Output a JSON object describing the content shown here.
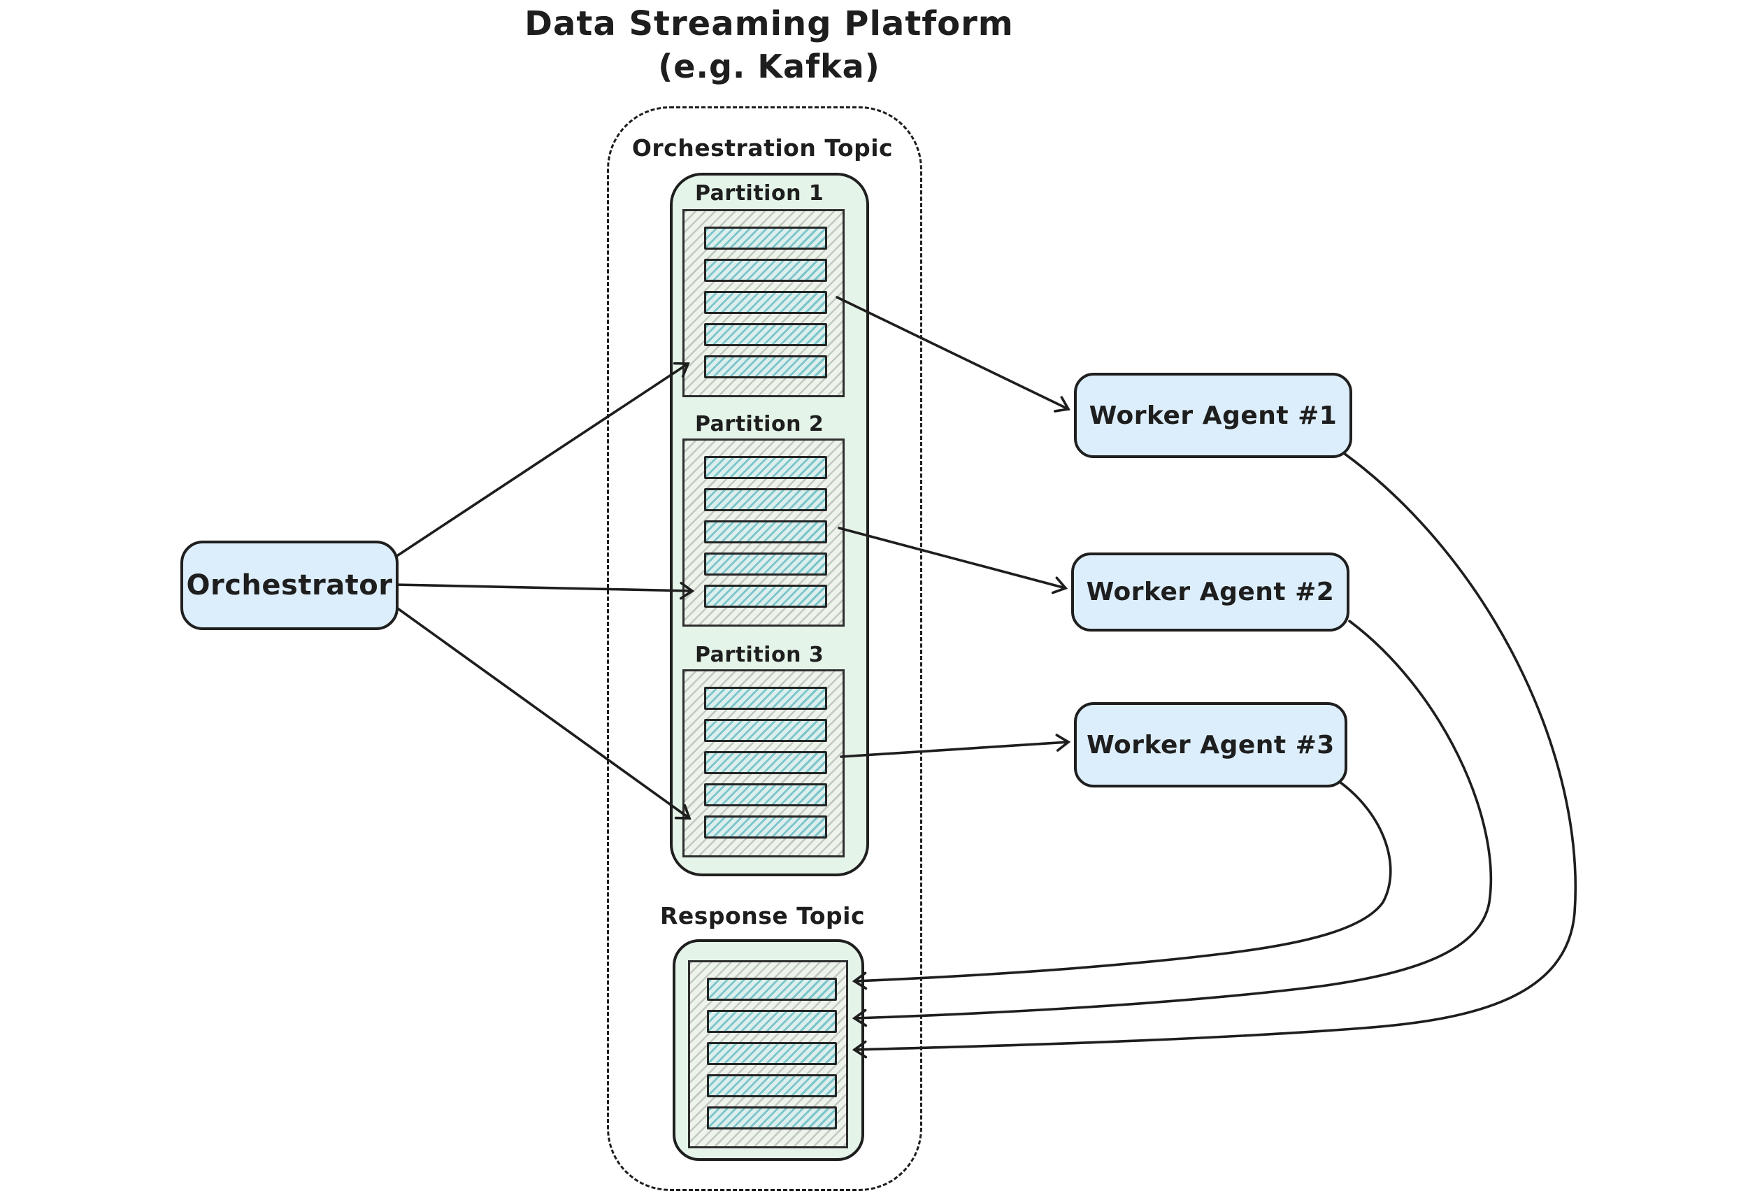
{
  "title": {
    "line1": "Data Streaming Platform",
    "line2": "(e.g. Kafka)"
  },
  "orchestration_topic": {
    "label": "Orchestration Topic",
    "partitions": [
      {
        "label": "Partition 1",
        "message_count": 5
      },
      {
        "label": "Partition 2",
        "message_count": 5
      },
      {
        "label": "Partition 3",
        "message_count": 5
      }
    ]
  },
  "response_topic": {
    "label": "Response Topic",
    "message_count": 5
  },
  "orchestrator": {
    "label": "Orchestrator"
  },
  "workers": [
    {
      "label": "Worker Agent #1"
    },
    {
      "label": "Worker Agent #2"
    },
    {
      "label": "Worker Agent #3"
    }
  ],
  "connections": [
    {
      "from": "Orchestrator",
      "to": "Partition 1"
    },
    {
      "from": "Orchestrator",
      "to": "Partition 2"
    },
    {
      "from": "Orchestrator",
      "to": "Partition 3"
    },
    {
      "from": "Partition 1",
      "to": "Worker Agent #1"
    },
    {
      "from": "Partition 2",
      "to": "Worker Agent #2"
    },
    {
      "from": "Partition 3",
      "to": "Worker Agent #3"
    },
    {
      "from": "Worker Agent #1",
      "to": "Response Topic"
    },
    {
      "from": "Worker Agent #2",
      "to": "Response Topic"
    },
    {
      "from": "Worker Agent #3",
      "to": "Response Topic"
    }
  ],
  "colors": {
    "ink": "#1e1e1e",
    "topic_fill": "#e5f4e9",
    "node_fill": "#dceefb",
    "message_fill": "#dcefec",
    "message_hatch": "#2ca3b0",
    "partition_hatch_bg": "#eef4ec"
  }
}
